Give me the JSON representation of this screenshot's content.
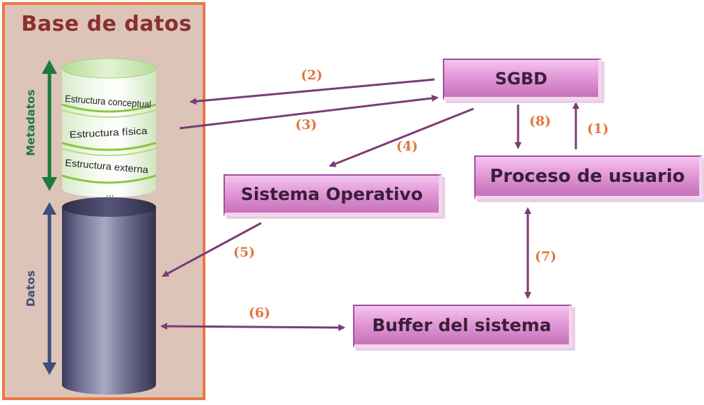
{
  "database_panel": {
    "title": "Base de datos",
    "metadata_label": "Metadatos",
    "data_label": "Datos",
    "metadata_layers": [
      "Estructura conceptual",
      "Estructura física",
      "Estructura externa",
      "..."
    ]
  },
  "boxes": {
    "sgbd": "SGBD",
    "user_process": "Proceso de usuario",
    "operating_system": "Sistema Operativo",
    "system_buffer": "Buffer del sistema"
  },
  "steps": {
    "s1": "(1)",
    "s2": "(2)",
    "s3": "(3)",
    "s4": "(4)",
    "s5": "(5)",
    "s6": "(6)",
    "s7": "(7)",
    "s8": "(8)"
  },
  "colors": {
    "panel_border": "#e87847",
    "panel_fill": "#dcc4b9",
    "title": "#8a2f2f",
    "metadata": "#1e7a3a",
    "data": "#3f4f7a",
    "arrow": "#7b3b73",
    "step_label": "#e0773f"
  }
}
